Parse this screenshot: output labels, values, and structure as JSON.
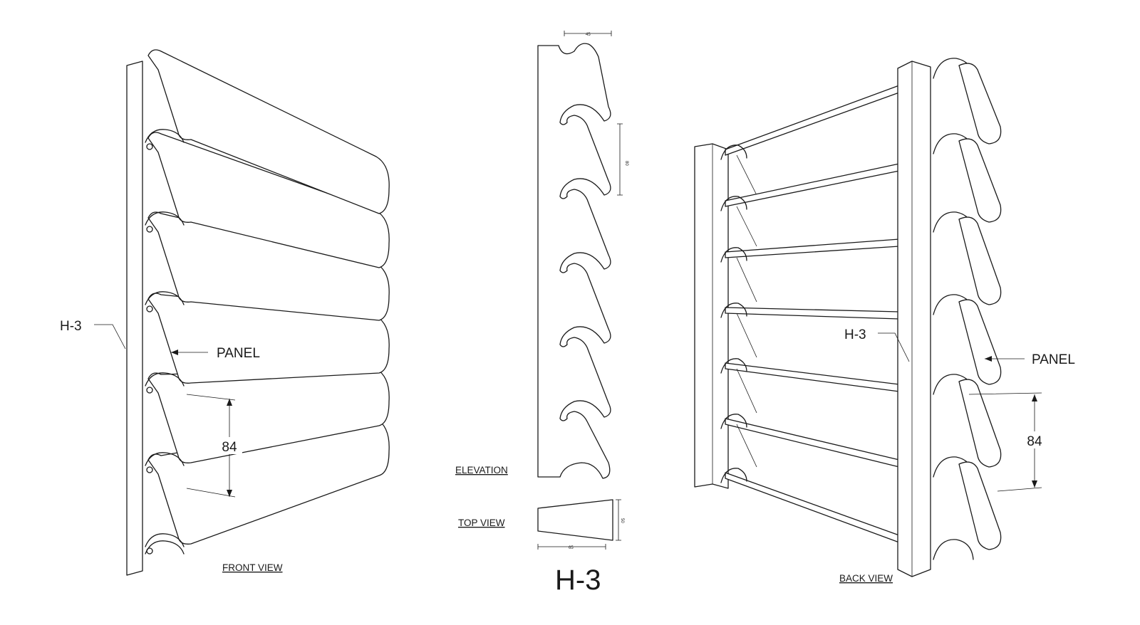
{
  "front_view": {
    "caption": "FRONT VIEW",
    "label_bracket": "H-3",
    "label_panel": "PANEL",
    "dim_pitch": "84"
  },
  "middle": {
    "title": "H-3",
    "caption_elevation": "ELEVATION",
    "caption_top": "TOP VIEW",
    "dim_top_width": "45",
    "dim_pitch": "80",
    "dim_depth": "50",
    "dim_bottom_width": "65"
  },
  "back_view": {
    "caption": "BACK  VIEW",
    "label_bracket": "H-3",
    "label_panel": "PANEL",
    "dim_pitch": "84"
  },
  "colors": {
    "line": "#1a1a1a",
    "paper": "#ffffff"
  }
}
